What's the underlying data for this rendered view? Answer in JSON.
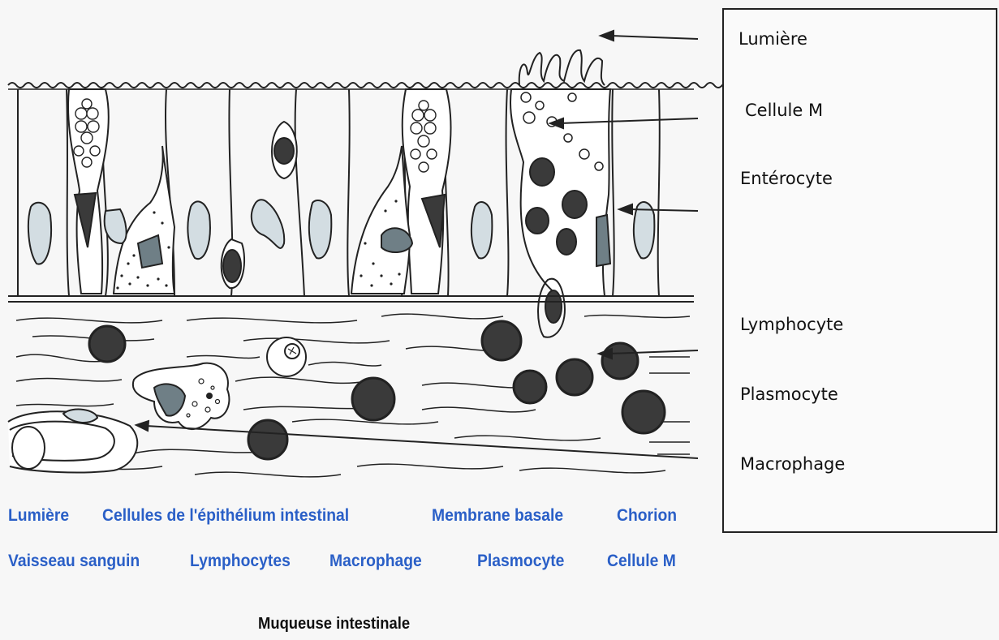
{
  "legend": {
    "items": [
      "Lumière",
      "Cellule M",
      "Entérocyte",
      "Lymphocyte",
      "Plasmocyte",
      "Macrophage"
    ]
  },
  "terms": {
    "row1": [
      "Lumière",
      "Cellules de l'épithélium intestinal",
      "Membrane basale",
      "Chorion"
    ],
    "row2": [
      "Vaisseau sanguin",
      "Lymphocytes",
      "Macrophage",
      "Plasmocyte",
      "Cellule M"
    ]
  },
  "caption": "Muqueuse intestinale",
  "colors": {
    "term_text": "#2a5fc7",
    "nucleus_dark": "#3a3a3a",
    "nucleus_grey": "#6f7f86",
    "vacuole": "#d3dde2"
  }
}
